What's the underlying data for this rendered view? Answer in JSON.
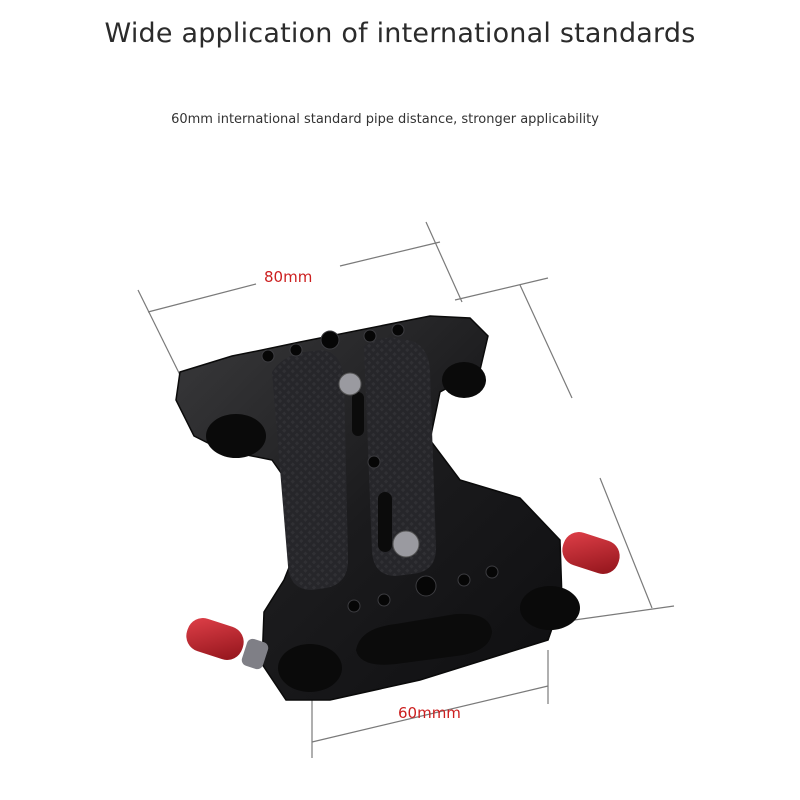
{
  "header": {
    "title": "Wide application of international standards",
    "subtitle": "60mm international standard pipe distance, stronger applicability"
  },
  "dimensions": {
    "top_width_label": "80mm",
    "pipe_distance_label": "60mmm"
  },
  "colors": {
    "plate": "#1c1c1e",
    "knob": "#c8222c",
    "dimension_text": "#cc1f1f",
    "dimension_line": "#7a7a7a"
  },
  "image": {
    "subject": "camera baseplate with 15mm rod clamps and red locking knobs"
  }
}
